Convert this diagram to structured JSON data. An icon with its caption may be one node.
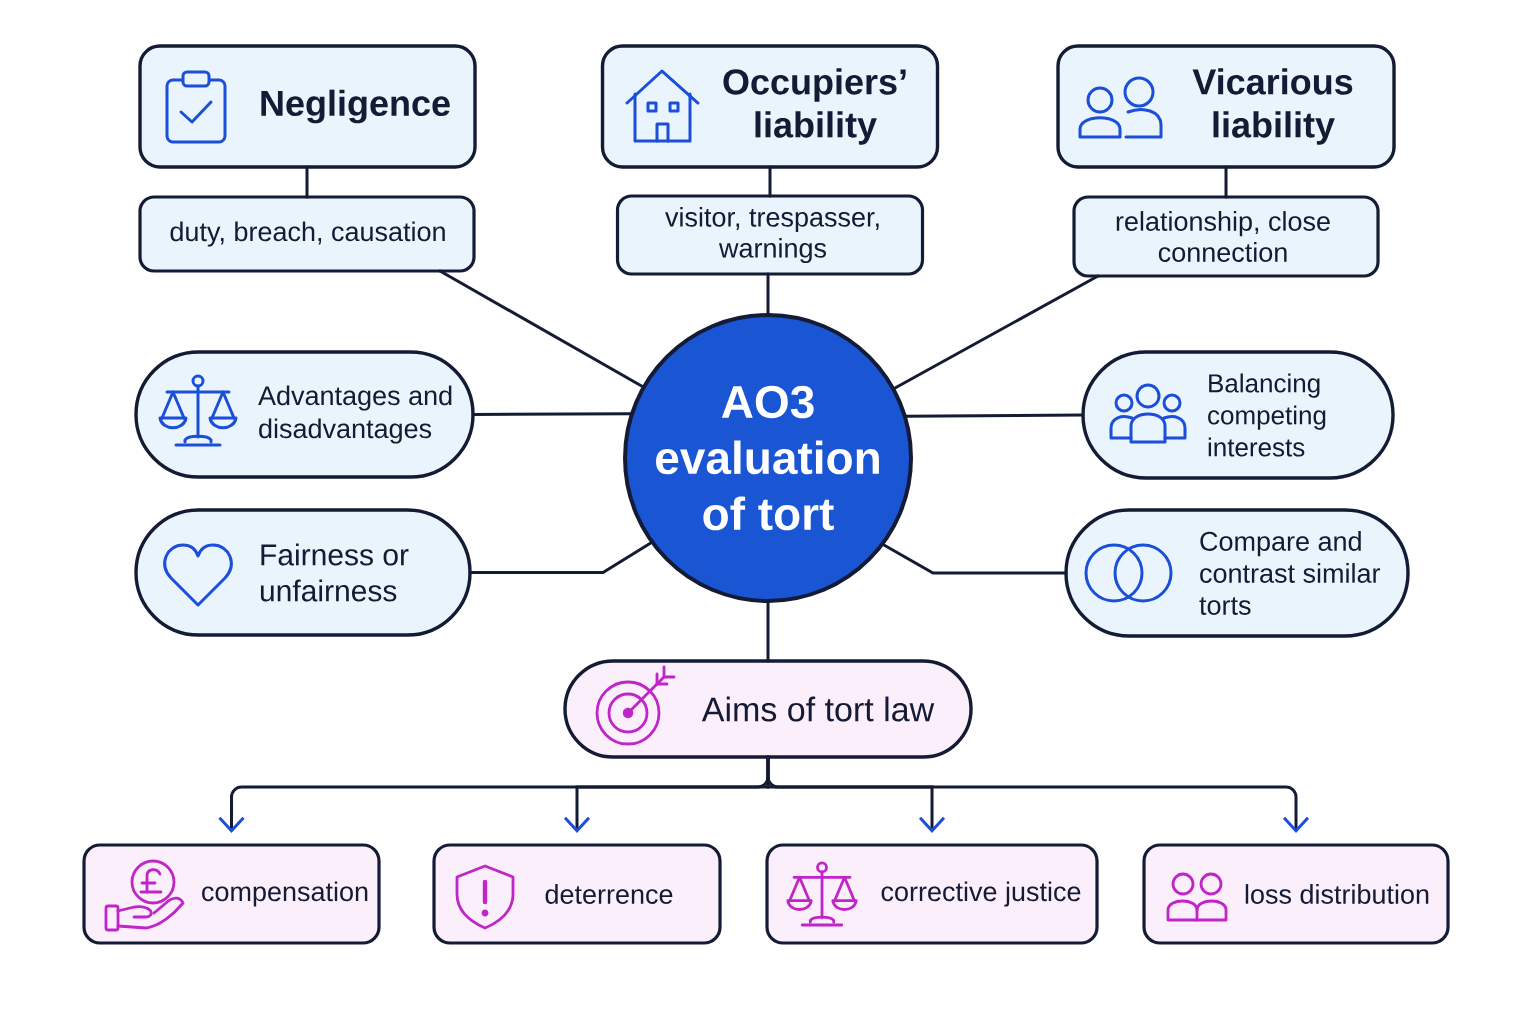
{
  "diagram": {
    "nodes": [
      {
        "text": [
          "Negligence"
        ]
      },
      {
        "text": [
          "duty, breach, causation"
        ]
      },
      {
        "text": [
          "Occupiers’ liability"
        ]
      },
      {
        "text": [
          "visitor, trespasser, warnings"
        ]
      },
      {
        "text": [
          "Vicarious liability"
        ]
      },
      {
        "text": [
          "relationship, close connection"
        ]
      },
      {
        "text": [
          "Advantages and disadvantages"
        ]
      },
      {
        "text": [
          "AO3 evaluation of tort"
        ]
      },
      {
        "text": [
          "Balancing competing interests"
        ]
      },
      {
        "text": [
          "Fairness or unfairness"
        ]
      },
      {
        "text": [
          "Compare and contrast similar torts"
        ]
      },
      {
        "text": [
          "Aims of tort law"
        ]
      },
      {
        "text": [
          "compensation"
        ]
      },
      {
        "text": [
          "deterrence"
        ]
      },
      {
        "text": [
          "corrective justice"
        ]
      },
      {
        "text": [
          "loss distribution"
        ]
      }
    ],
    "edges": [
      {
        "from": 0,
        "to": 1,
        "arrow": "none"
      },
      {
        "from": 2,
        "to": 3,
        "arrow": "none"
      },
      {
        "from": 4,
        "to": 5,
        "arrow": "none"
      },
      {
        "from": 1,
        "to": 7,
        "arrow": "none"
      },
      {
        "from": 3,
        "to": 7,
        "arrow": "none"
      },
      {
        "from": 5,
        "to": 7,
        "arrow": "none"
      },
      {
        "from": 6,
        "to": 7,
        "arrow": "none"
      },
      {
        "from": 8,
        "to": 7,
        "arrow": "none"
      },
      {
        "from": 9,
        "to": 7,
        "arrow": "none"
      },
      {
        "from": 10,
        "to": 7,
        "arrow": "none"
      },
      {
        "from": 7,
        "to": 11,
        "arrow": "none"
      },
      {
        "from": 11,
        "to": 12,
        "arrow": "to"
      },
      {
        "from": 11,
        "to": 13,
        "arrow": "to"
      },
      {
        "from": 11,
        "to": 14,
        "arrow": "to"
      },
      {
        "from": 11,
        "to": 15,
        "arrow": "to"
      }
    ]
  }
}
